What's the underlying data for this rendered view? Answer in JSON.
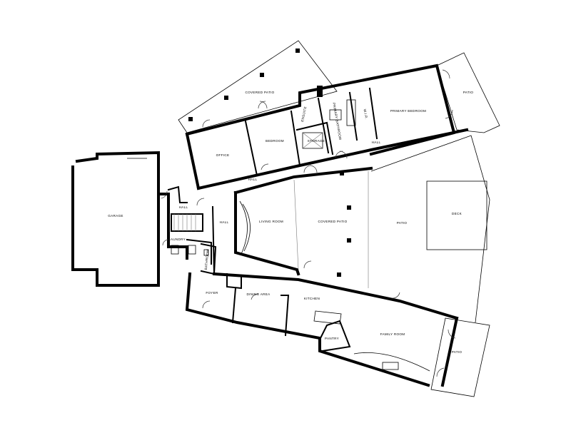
{
  "rooms": {
    "covered_patio_top": "COVERED PATIO",
    "office": "OFFICE",
    "bedroom": "BEDROOM",
    "ensuite": "ENSUITE",
    "storage": "STORAGE",
    "primary_bathroom": "PRIMARY BATHROOM",
    "wir": "W.I.R.",
    "primary_bedroom": "PRIMARY BEDROOM",
    "patio_top_right": "PATIO",
    "hall_upper": "HALL",
    "hall_primary": "HALL",
    "garage": "GARAGE",
    "hall_garage": "HALL",
    "laundry": "LAUNDRY",
    "bathroom": "BATHROOM",
    "hall_center": "HALL",
    "living_room": "LIVING ROOM",
    "covered_patio_center": "COVERED PATIO",
    "patio_center": "PATIO",
    "deck": "DECK",
    "foyer": "FOYER",
    "dining_area": "DINING AREA",
    "kitchen": "KITCHEN",
    "pantry": "PANTRY",
    "family_room": "FAMILY ROOM",
    "patio_bottom_right": "PATIO"
  }
}
